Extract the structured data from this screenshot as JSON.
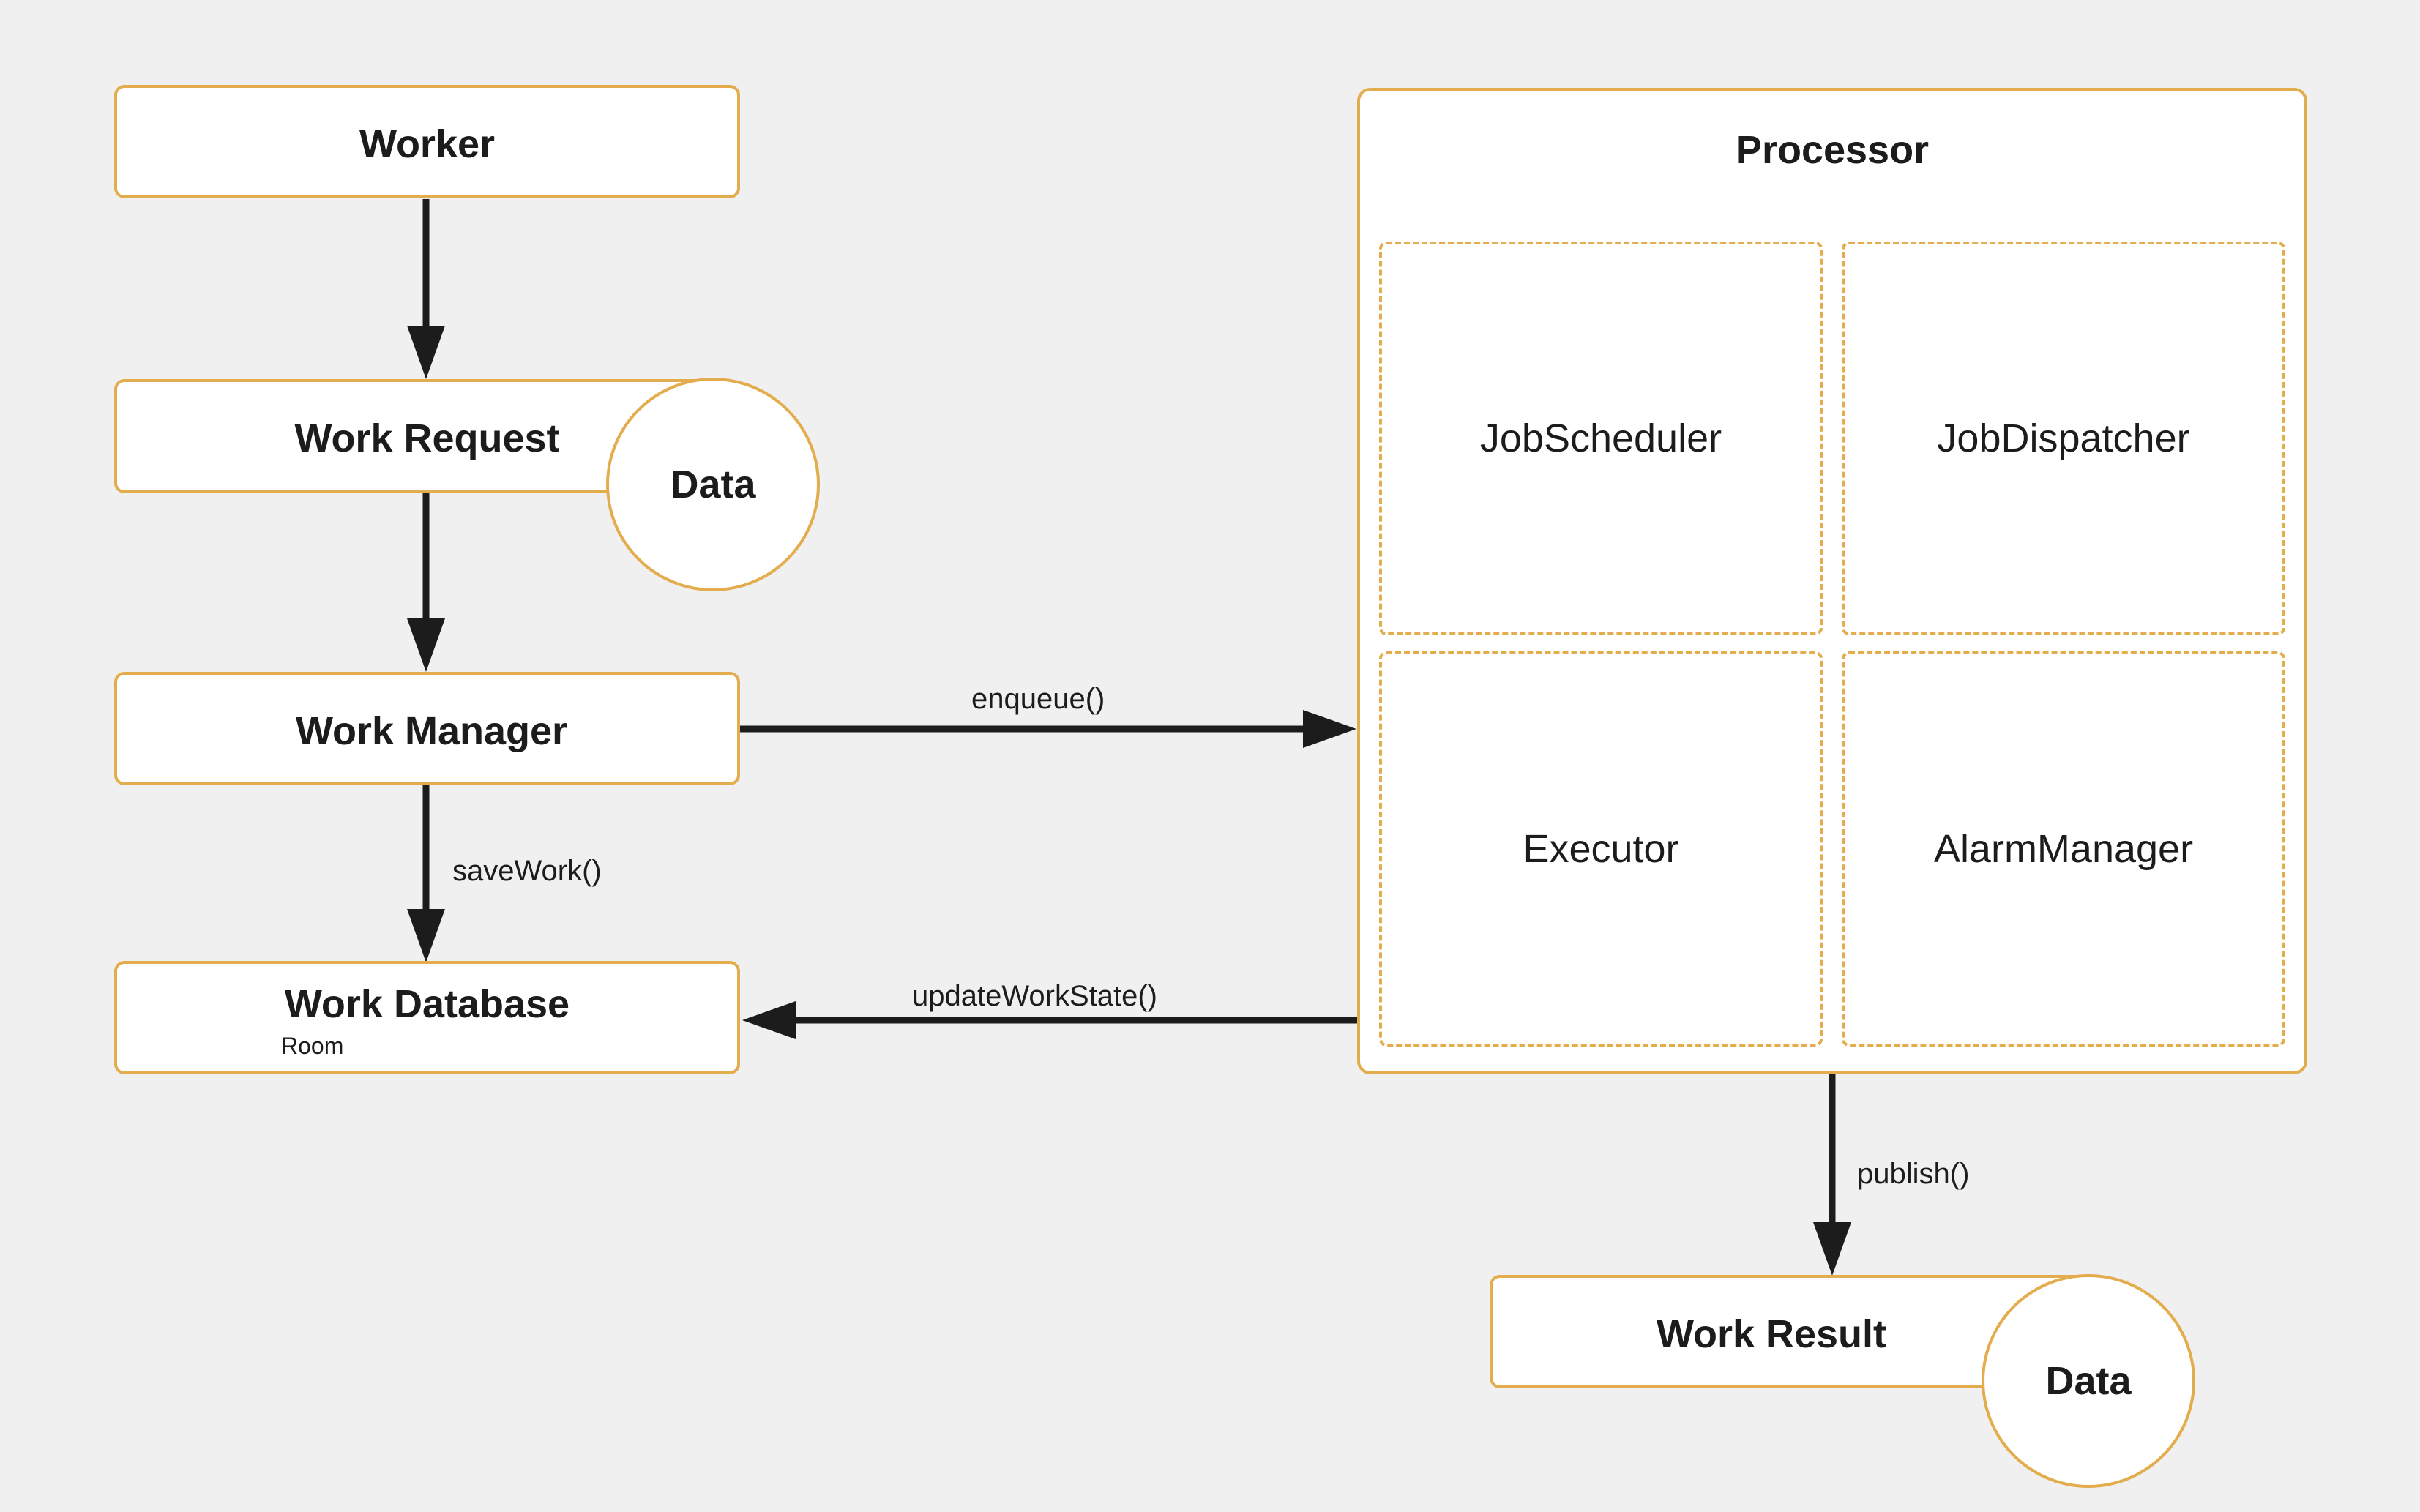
{
  "colors": {
    "accent": "#e3ac4c",
    "background": "#f0f0f0",
    "box_fill": "#ffffff",
    "text": "#1c1c1c"
  },
  "nodes": {
    "worker": "Worker",
    "work_request": "Work Request",
    "work_request_data": "Data",
    "work_manager": "Work Manager",
    "work_database": "Work Database",
    "work_database_sub": "Room",
    "processor": "Processor",
    "job_scheduler": "JobScheduler",
    "job_dispatcher": "JobDispatcher",
    "executor": "Executor",
    "alarm_manager": "AlarmManager",
    "work_result": "Work Result",
    "work_result_data": "Data"
  },
  "edges": {
    "enqueue": "enqueue()",
    "save_work": "saveWork()",
    "update_work_state": "updateWorkState()",
    "publish": "publish()"
  }
}
